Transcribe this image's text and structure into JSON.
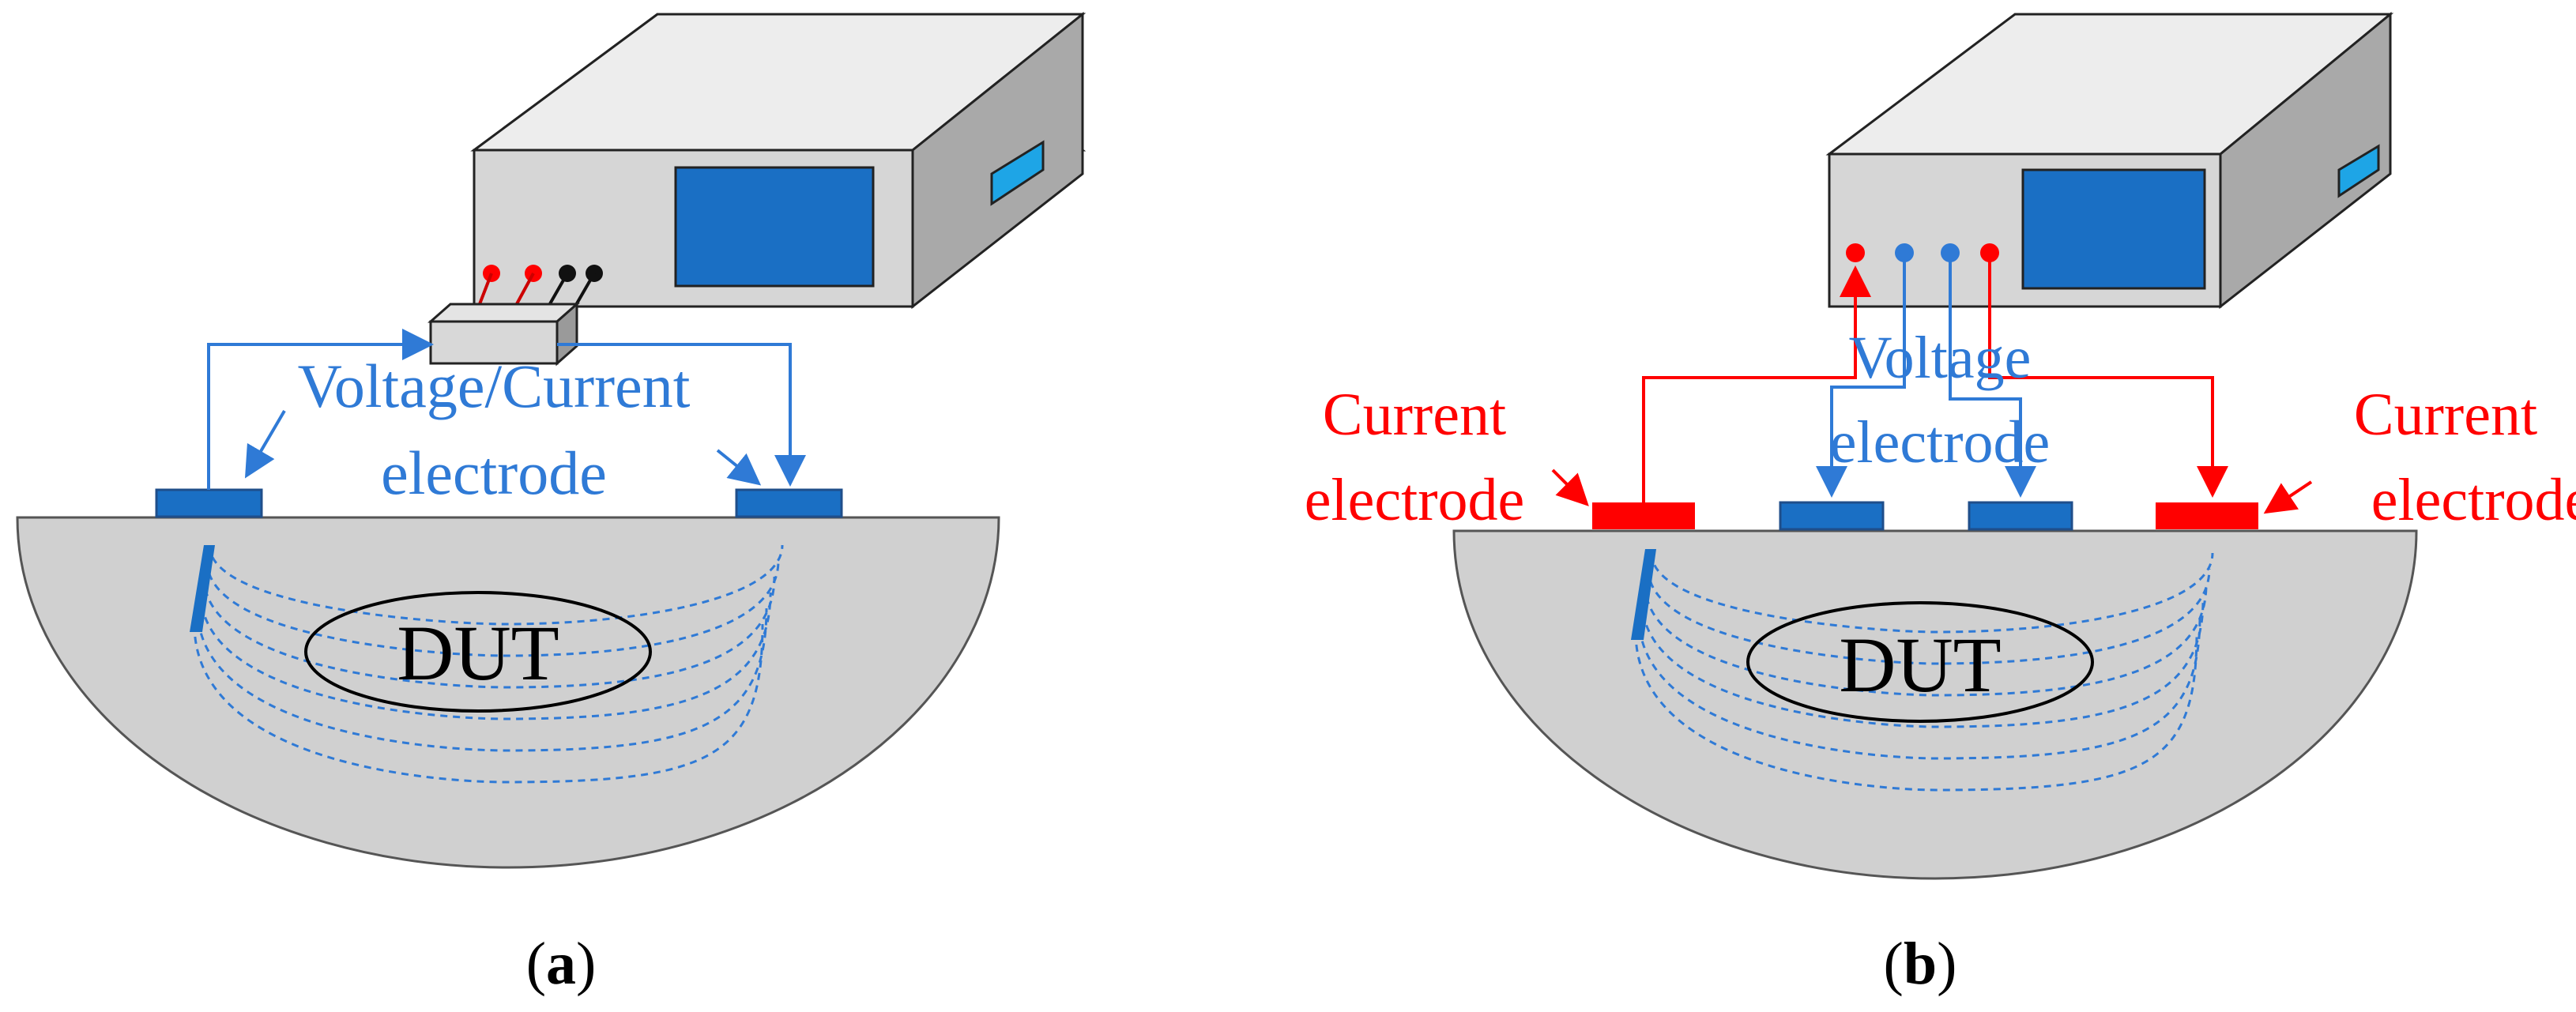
{
  "panel_a": {
    "caption_open": "(",
    "caption_letter": "a",
    "caption_close": ")",
    "electrode_label_line1": "Voltage/Current",
    "electrode_label_line2": "electrode",
    "dut_label": "DUT"
  },
  "panel_b": {
    "caption_open": "(",
    "caption_letter": "b",
    "caption_close": ")",
    "left_current_line1": "Current",
    "left_current_line2": "electrode",
    "right_current_line1": "Current",
    "right_current_line2": "electrode",
    "voltage_line1": "Voltage",
    "voltage_line2": "electrode",
    "dut_label": "DUT"
  },
  "colors": {
    "blue_wire": "#2f7ad6",
    "electrode_blue": "#1a6fc4",
    "electrode_dark": "#1f4e8a",
    "current_red": "#ff0000",
    "body_gray": "#d0d0d0",
    "instrument_front": "#d6d6d6",
    "instrument_top": "#ededed",
    "instrument_side": "#a9a9a9",
    "screen": "#1a6fc4",
    "side_window": "#1ea5e6"
  }
}
